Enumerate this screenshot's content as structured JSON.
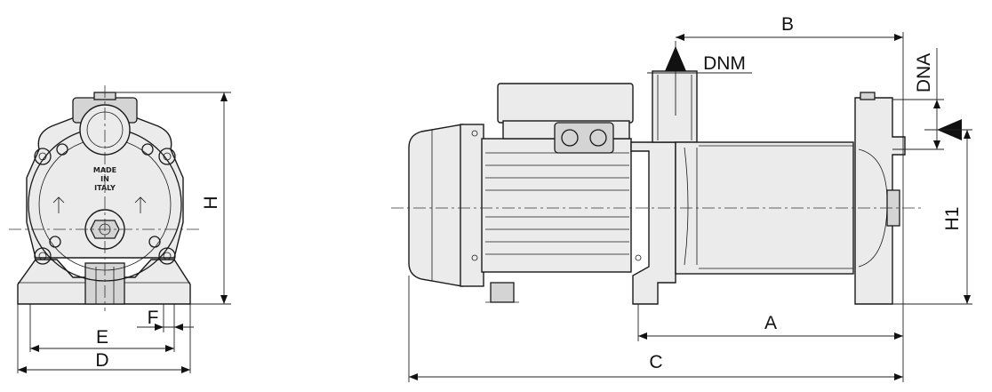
{
  "labels": {
    "H": "H",
    "E": "E",
    "D": "D",
    "F": "F",
    "B": "B",
    "DNM": "DNM",
    "DNA": "DNA",
    "H1": "H1",
    "A": "A",
    "C": "C"
  },
  "stamp": {
    "line1": "MADE",
    "line2": "IN",
    "line3": "ITALY"
  }
}
